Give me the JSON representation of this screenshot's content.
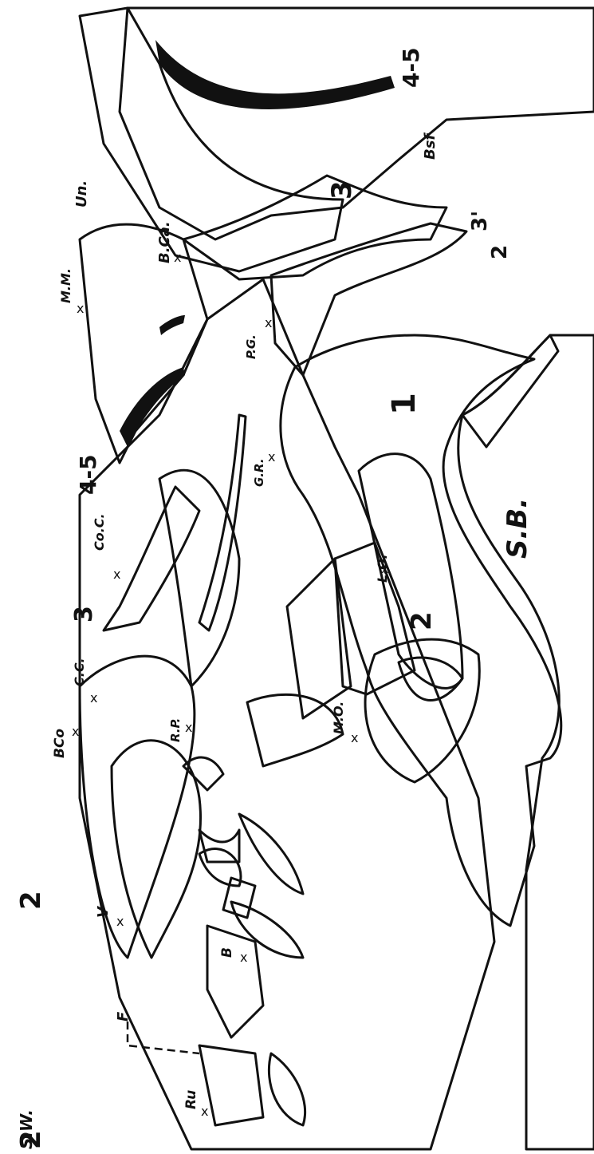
{
  "diagram": {
    "orientation_label": "S.W.",
    "units": {
      "u1": "1",
      "u2a": "2",
      "u2b": "2",
      "u2c": "2",
      "u3a": "3",
      "u3b": "3",
      "u3prime": "3'",
      "u2prime": "2",
      "u45a": "4-5",
      "u45b": "4-5"
    },
    "localities": {
      "sb": "S.B.",
      "un": "Un.",
      "mm": "M.M.",
      "bca": "B.Ca.",
      "pg": "P.G.",
      "gr": "G.R.",
      "coc": "Co.C.",
      "cc": "C.C.",
      "bco": "BCo",
      "rp": "R.P.",
      "lo": "L.O.",
      "mo": "M.O.",
      "v": "V",
      "b": "B",
      "ru": "Ru",
      "f": "F",
      "sbf": "Bsf"
    }
  }
}
